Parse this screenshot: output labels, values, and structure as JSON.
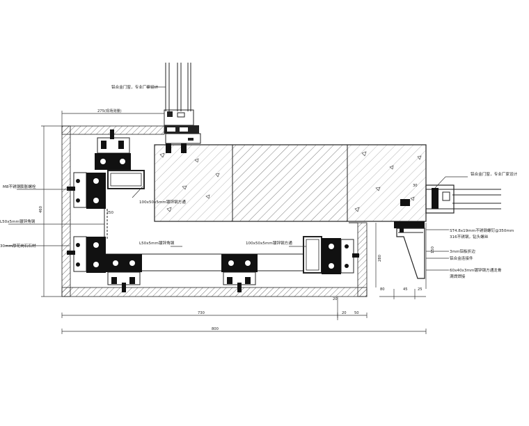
{
  "labels": {
    "top_frame": "铝合金门窗，专业厂家设计",
    "right_frame": "铝合金门窗，专业厂家设计",
    "bolt_anchor": "M8不锈钢膨胀螺栓",
    "angle_left": "L50x5mm镀锌角钢",
    "stone": "30mm厚花岗石石材",
    "tube_upper": "100x50x5mm镀锌钢方通",
    "angle_mid": "L50x5mm镀锌角钢",
    "tube_lower": "100x50x5mm镀锌钢方通",
    "screw_1": "ST4.8x19mm不锈钢螺钉@350mm",
    "screw_2": "316不锈钢，钻头螺丝",
    "plate": "3mm铝板折边",
    "fitting": "铝合金连接件",
    "sub_tube_1": "60x40x3mm镀锌钢方通龙骨",
    "sub_tube_2": "满焊焊接"
  },
  "dims": {
    "top_275": "275(现场测量)",
    "left_460": "460",
    "d250": "250",
    "d30_top": "30",
    "d150": "150",
    "d280": "280",
    "d80": "80",
    "d45": "45",
    "d25": "25",
    "d20_tick": "20",
    "d20": "20",
    "d50": "50",
    "d730": "730",
    "d800": "800"
  }
}
